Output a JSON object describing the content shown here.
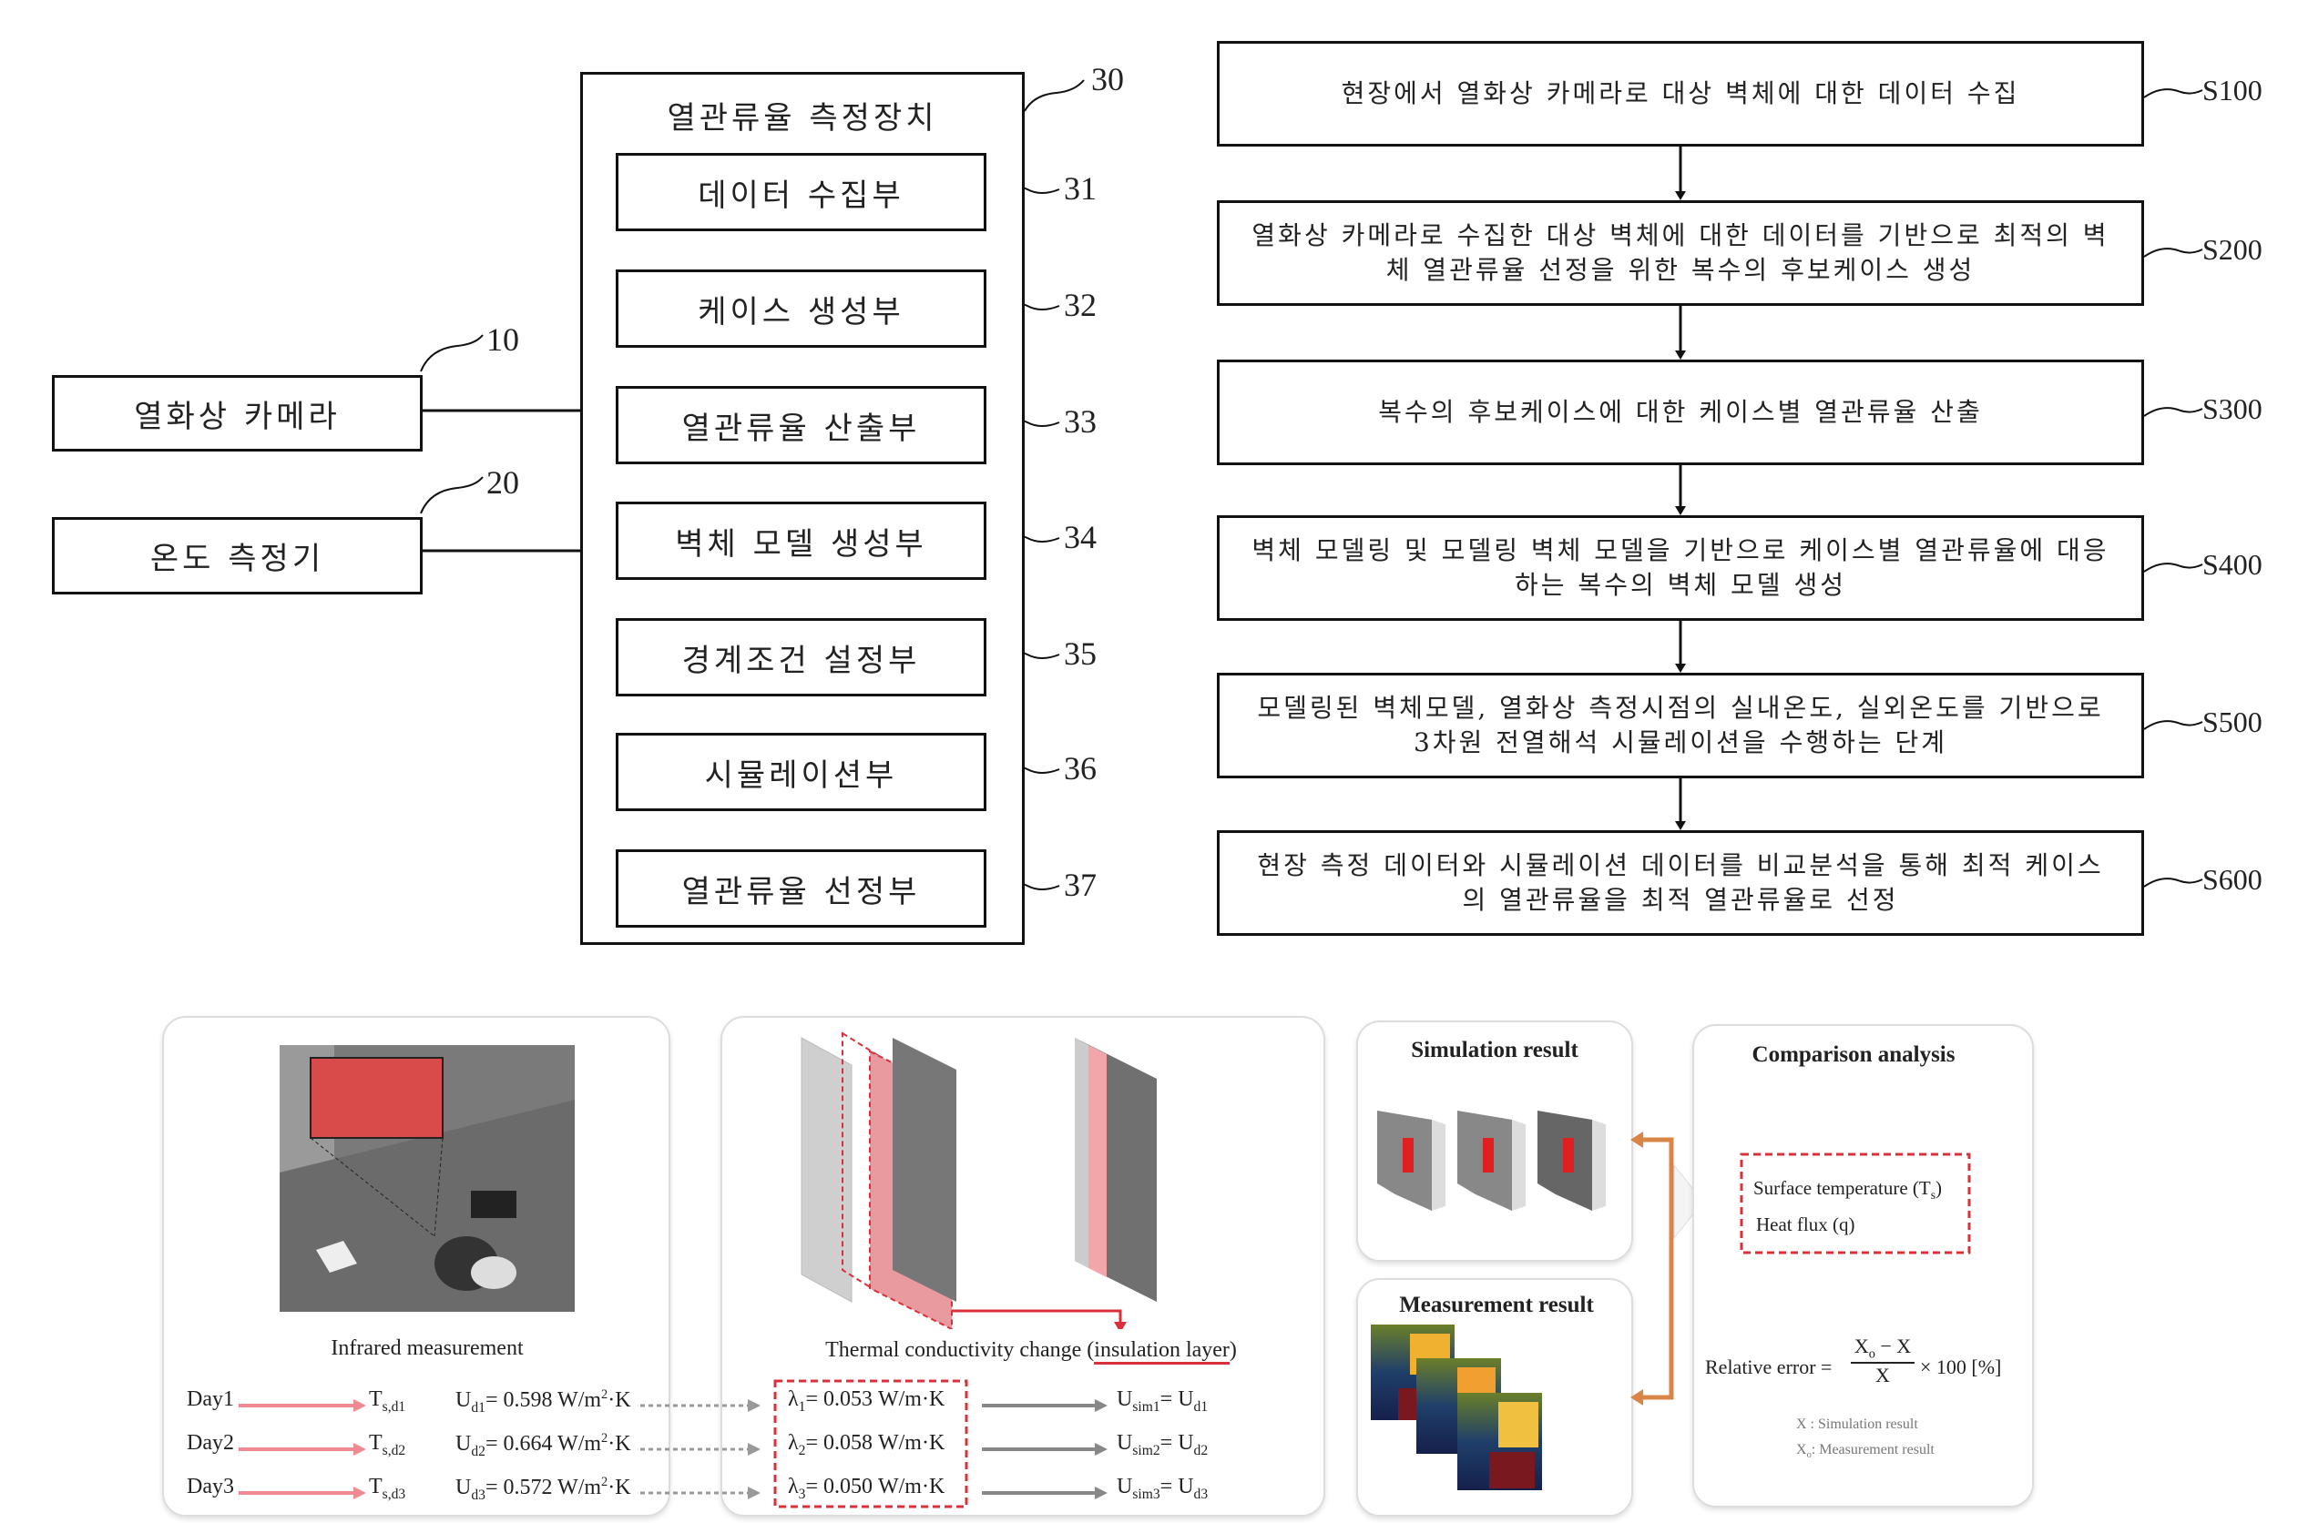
{
  "device": {
    "title": "열관류율 측정장치",
    "ref": "30",
    "units": [
      {
        "label": "데이터 수집부",
        "ref": "31"
      },
      {
        "label": "케이스 생성부",
        "ref": "32"
      },
      {
        "label": "열관류율 산출부",
        "ref": "33"
      },
      {
        "label": "벽체 모델 생성부",
        "ref": "34"
      },
      {
        "label": "경계조건 설정부",
        "ref": "35"
      },
      {
        "label": "시뮬레이션부",
        "ref": "36"
      },
      {
        "label": "열관류율 선정부",
        "ref": "37"
      }
    ]
  },
  "camera": {
    "label": "열화상 카메라",
    "ref": "10"
  },
  "thermometer": {
    "label": "온도 측정기",
    "ref": "20"
  },
  "steps": [
    {
      "text": "현장에서 열화상 카메라로 대상 벽체에 대한 데이터 수집",
      "ref": "S100"
    },
    {
      "text": "열화상 카메라로 수집한 대상 벽체에 대한 데이터를 기반으로 최적의 벽체 열관류율 선정을 위한 복수의 후보케이스 생성",
      "ref": "S200"
    },
    {
      "text": "복수의 후보케이스에 대한 케이스별 열관류율 산출",
      "ref": "S300"
    },
    {
      "text": "벽체 모델링 및 모델링 벽체 모델을 기반으로 케이스별 열관류율에 대응하는 복수의 벽체 모델 생성",
      "ref": "S400"
    },
    {
      "text": "모델링된 벽체모델, 열화상 측정시점의 실내온도, 실외온도를 기반으로 3차원 전열해석 시뮬레이션을 수행하는 단계",
      "ref": "S500"
    },
    {
      "text": "현장 측정 데이터와 시뮬레이션 데이터를 비교분석을 통해 최적 케이스의 열관류율을 최적 열관류율로 선정",
      "ref": "S600"
    }
  ],
  "bottom": {
    "infrared_caption": "Infrared measurement",
    "thermal_caption": "Thermal conductivity change (",
    "thermal_caption_u": "insulation layer",
    "thermal_caption_end": ")",
    "rows": [
      {
        "day": "Day1",
        "ts": "T",
        "ts_sub": "s,d1",
        "u": "U",
        "u_sub": "d1",
        "u_val": "= 0.598 W/m",
        "u_unit": "·K",
        "lam": "λ",
        "lam_sub": "1",
        "lam_val": "= 0.053 W/m·K",
        "usim": "U",
        "usim_sub": "sim1",
        "usim_eq": "= U",
        "usim_rsub": "d1"
      },
      {
        "day": "Day2",
        "ts": "T",
        "ts_sub": "s,d2",
        "u": "U",
        "u_sub": "d2",
        "u_val": "= 0.664 W/m",
        "u_unit": "·K",
        "lam": "λ",
        "lam_sub": "2",
        "lam_val": "= 0.058 W/m·K",
        "usim": "U",
        "usim_sub": "sim2",
        "usim_eq": "= U",
        "usim_rsub": "d2"
      },
      {
        "day": "Day3",
        "ts": "T",
        "ts_sub": "s,d3",
        "u": "U",
        "u_sub": "d3",
        "u_val": "= 0.572 W/m",
        "u_unit": "·K",
        "lam": "λ",
        "lam_sub": "3",
        "lam_val": "= 0.050 W/m·K",
        "usim": "U",
        "usim_sub": "sim3",
        "usim_eq": "= U",
        "usim_rsub": "d3"
      }
    ],
    "sim_title": "Simulation result",
    "meas_title": "Measurement result",
    "comp_title": "Comparison analysis",
    "surface": "Surface temperature (T",
    "surface_sub": "s",
    "surface_end": ")",
    "heat": "Heat flux (q)",
    "rel_label": "Relative error =",
    "rel_num": "X",
    "rel_num_sub": "o",
    "rel_num_rest": " − X",
    "rel_den": "X",
    "rel_tail": "× 100  [%]",
    "legend_x": "X : Simulation result",
    "legend_xo": "X",
    "legend_xo_sub": "o",
    "legend_xo_rest": ": Measurement result"
  },
  "colors": {
    "accent_red": "#d9303a",
    "orange": "#d98548",
    "pink": "#f08a92"
  }
}
